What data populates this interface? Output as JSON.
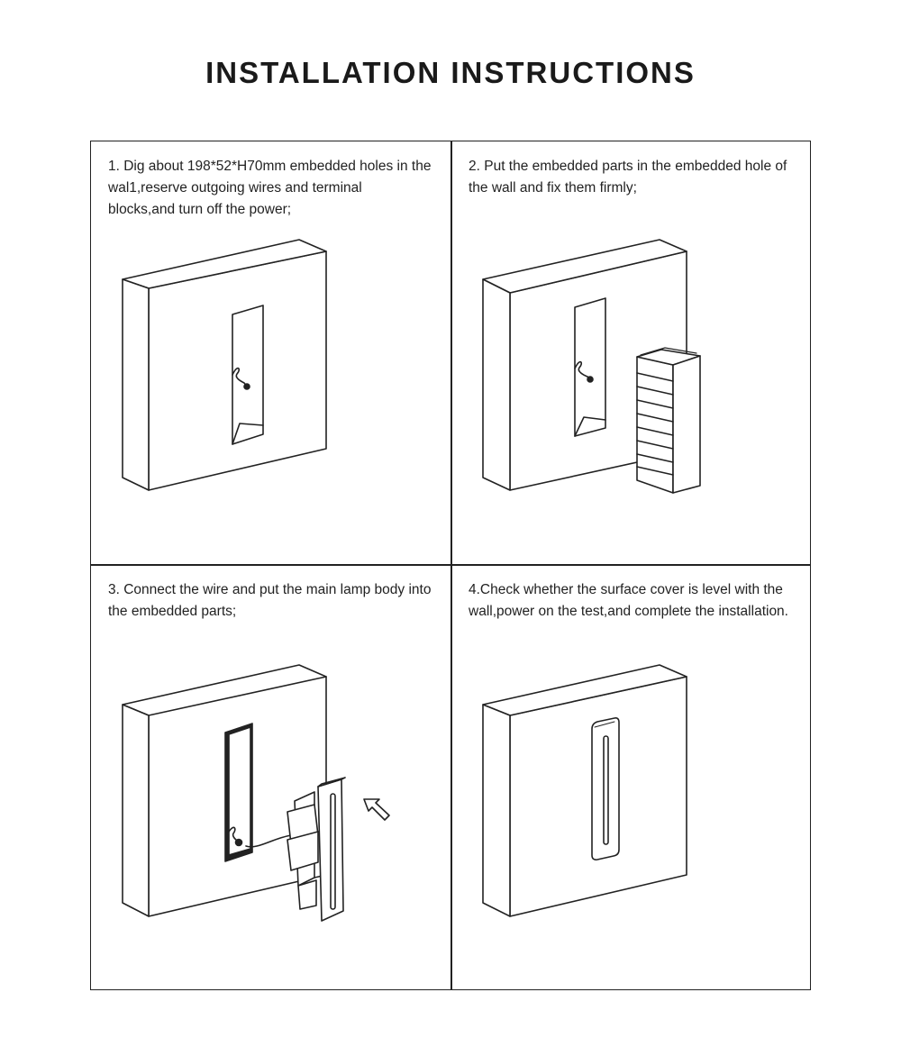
{
  "page_title": "INSTALLATION INSTRUCTIONS",
  "steps": [
    {
      "text": "1. Dig about 198*52*H70mm embedded holes in the wal1,reserve outgoing wires and terminal blocks,and turn off the power;"
    },
    {
      "text": "2. Put the embedded parts in the embedded hole of the wall and fix them firmly;"
    },
    {
      "text": "3. Connect the wire and put the main lamp body into the embedded parts;"
    },
    {
      "text": "4.Check whether the surface cover is level with the wall,power on the test,and complete the installation."
    }
  ]
}
